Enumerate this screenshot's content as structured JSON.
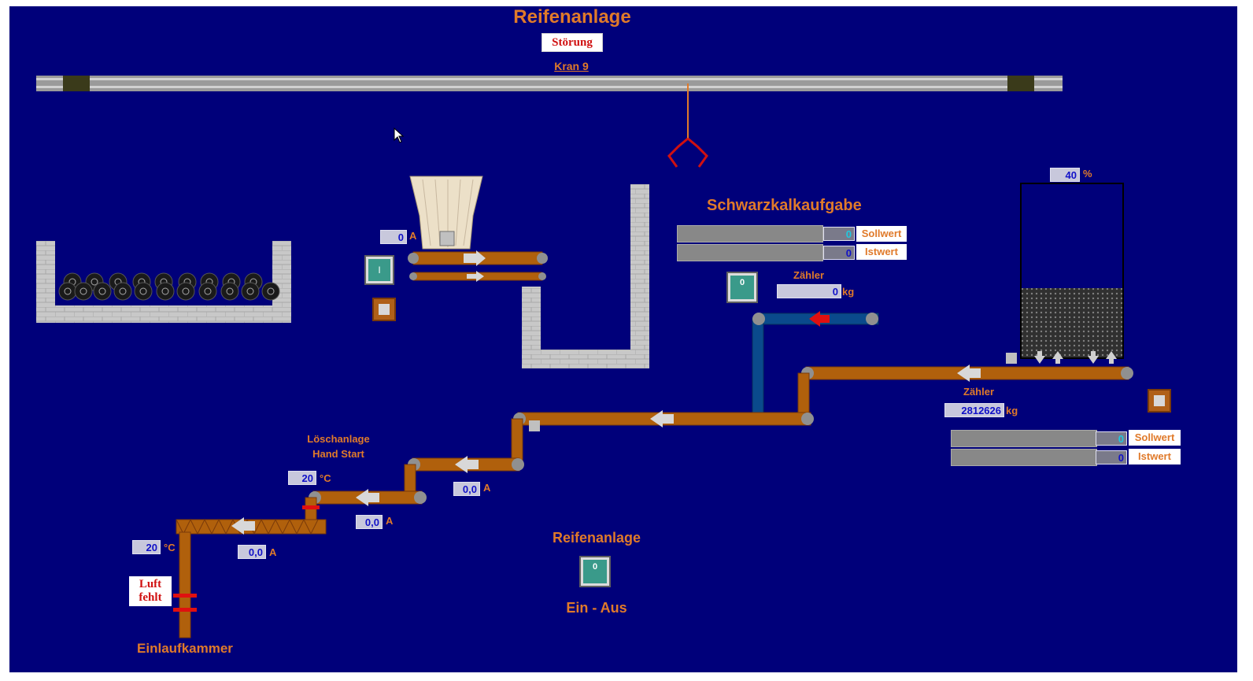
{
  "title": "Reifenanlage",
  "status": "Störung",
  "crane_label": "Kran 9",
  "cursor_icon": "arrow-cursor-icon",
  "colors": {
    "background": "#00007a",
    "label_orange": "#e07a2a",
    "conveyor_brown": "#b0600c",
    "pipe_blue": "#0a4a8c",
    "value_blue": "#1010c8",
    "alarm_red": "#d01010"
  },
  "feeder": {
    "current_value": "0",
    "current_unit": "A",
    "button_symbol": "I"
  },
  "schwarzkalk": {
    "title": "Schwarzkalkaufgabe",
    "sollwert_value": "0",
    "sollwert_label": "Sollwert",
    "istwert_value": "0",
    "istwert_label": "Istwert",
    "button_value": "0",
    "counter_label": "Zähler",
    "counter_value": "0",
    "counter_unit": "kg"
  },
  "silo": {
    "level_value": "40",
    "level_unit": "%",
    "level_fraction": 0.4,
    "counter_label": "Zähler",
    "counter_value": "2812626",
    "counter_unit": "kg",
    "sollwert_value": "0",
    "sollwert_label": "Sollwert",
    "istwert_value": "0",
    "istwert_label": "Istwert"
  },
  "conveyors": {
    "current_1_value": "0,0",
    "current_1_unit": "A",
    "current_2_value": "0,0",
    "current_2_unit": "A",
    "current_3_value": "0,0",
    "current_3_unit": "A"
  },
  "loeschanlage": {
    "label_line1": "Löschanlage",
    "label_line2": "Hand Start",
    "temp_value": "20",
    "temp_unit": "°C"
  },
  "einlauf": {
    "temp_value": "20",
    "temp_unit": "°C",
    "alarm_line1": "Luft",
    "alarm_line2": "fehlt",
    "label": "Einlaufkammer"
  },
  "main_switch": {
    "title": "Reifenanlage",
    "button_value": "0",
    "label": "Ein - Aus"
  }
}
